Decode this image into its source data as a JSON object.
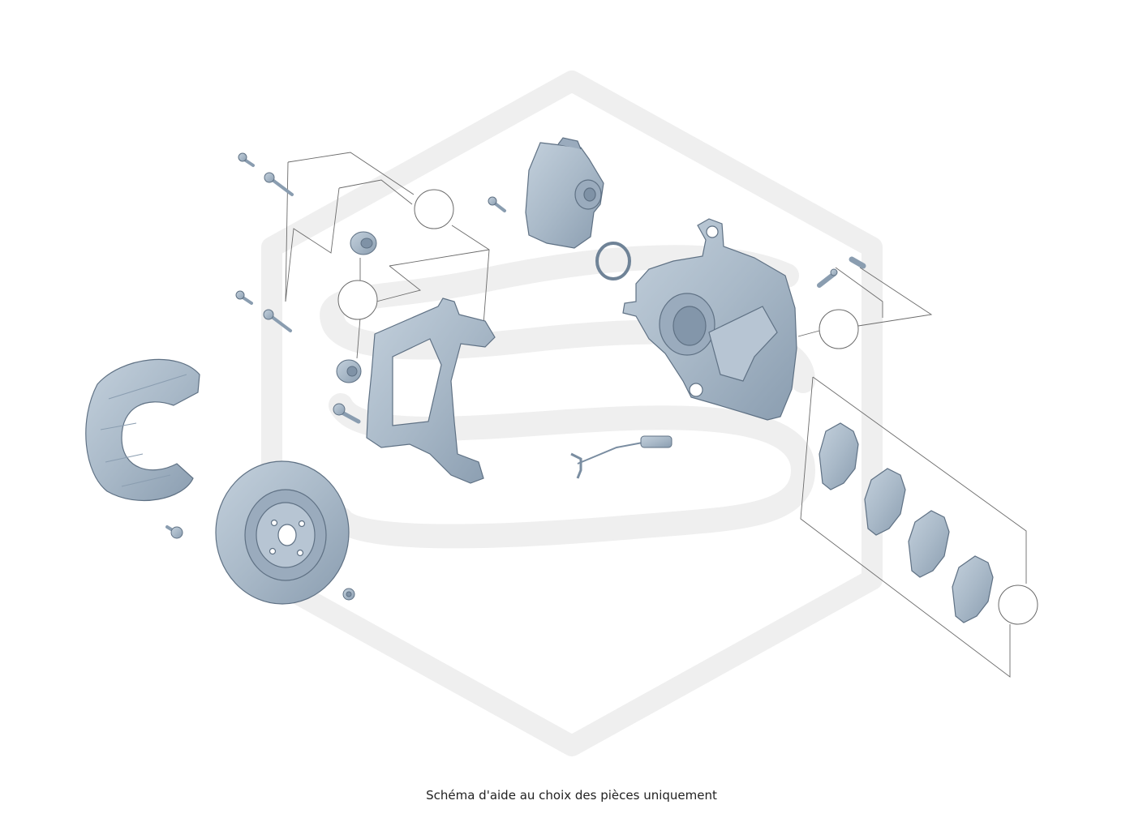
{
  "caption": "Schéma d'aide au choix des pièces uniquement",
  "colors": {
    "part_fill": "#a9b9c8",
    "part_stroke": "#5f7184",
    "part_shade": "#8396aa",
    "leader_line": "#6b6b6b",
    "watermark": "#eeeeee",
    "background": "#ffffff"
  },
  "diagram": {
    "type": "exploded-view",
    "parts": [
      "bolt-small-top",
      "bolt-long-top",
      "bolt-small-mid",
      "bolt-long-mid",
      "guide-sleeve-top",
      "guide-sleeve-bottom",
      "bolt-bracket",
      "caliper-bracket",
      "actuator-motor",
      "actuator-screw",
      "o-ring",
      "caliper-housing",
      "bleed-valve",
      "bleed-cap",
      "wear-sensor",
      "brake-pad-1",
      "brake-pad-2",
      "brake-pad-3",
      "brake-pad-4",
      "splash-shield",
      "shield-screw",
      "brake-disc",
      "disc-screw"
    ],
    "callouts": [
      "callout-bolts",
      "callout-sleeves",
      "callout-bleeders",
      "callout-pads"
    ]
  }
}
